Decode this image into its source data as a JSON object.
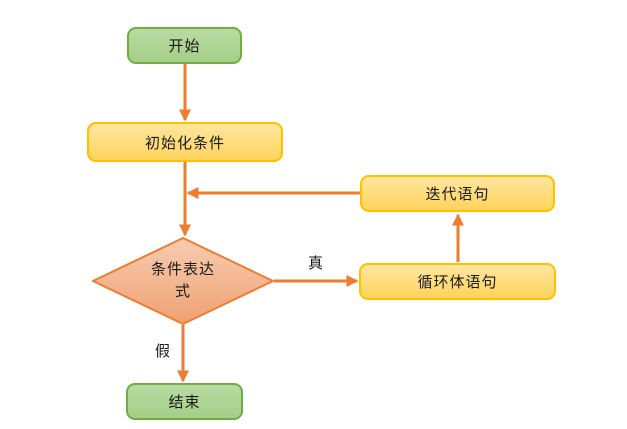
{
  "diagram": {
    "nodes": {
      "start": {
        "label": "开始",
        "shape": "rounded-rect",
        "color": "green"
      },
      "init": {
        "label": "初始化条件",
        "shape": "rounded-rect",
        "color": "yellow"
      },
      "cond": {
        "label": "条件表达式",
        "shape": "diamond",
        "color": "salmon"
      },
      "iter": {
        "label": "迭代语句",
        "shape": "rounded-rect",
        "color": "yellow"
      },
      "loop": {
        "label": "循环体语句",
        "shape": "rounded-rect",
        "color": "yellow"
      },
      "end": {
        "label": "结束",
        "shape": "rounded-rect",
        "color": "green"
      }
    },
    "edges": {
      "start_to_init": {
        "from": "start",
        "to": "init",
        "label": ""
      },
      "init_to_cond": {
        "from": "init",
        "to": "cond",
        "label": ""
      },
      "cond_to_loop": {
        "from": "cond",
        "to": "loop",
        "label": "真"
      },
      "loop_to_iter": {
        "from": "loop",
        "to": "iter",
        "label": ""
      },
      "iter_to_trunk": {
        "from": "iter",
        "to": "init_to_cond",
        "label": ""
      },
      "cond_to_end": {
        "from": "cond",
        "to": "end",
        "label": "假"
      }
    },
    "colors": {
      "arrow": "#ed7d31",
      "green_fill": "#a9d18e",
      "green_border": "#70ad47",
      "yellow_fill": "#ffd966",
      "yellow_border": "#ffc000",
      "diamond_fill_top": "#f7ccb0",
      "diamond_fill_bottom": "#efa173",
      "diamond_border": "#ed7d31",
      "text": "#1a1a1a"
    }
  }
}
